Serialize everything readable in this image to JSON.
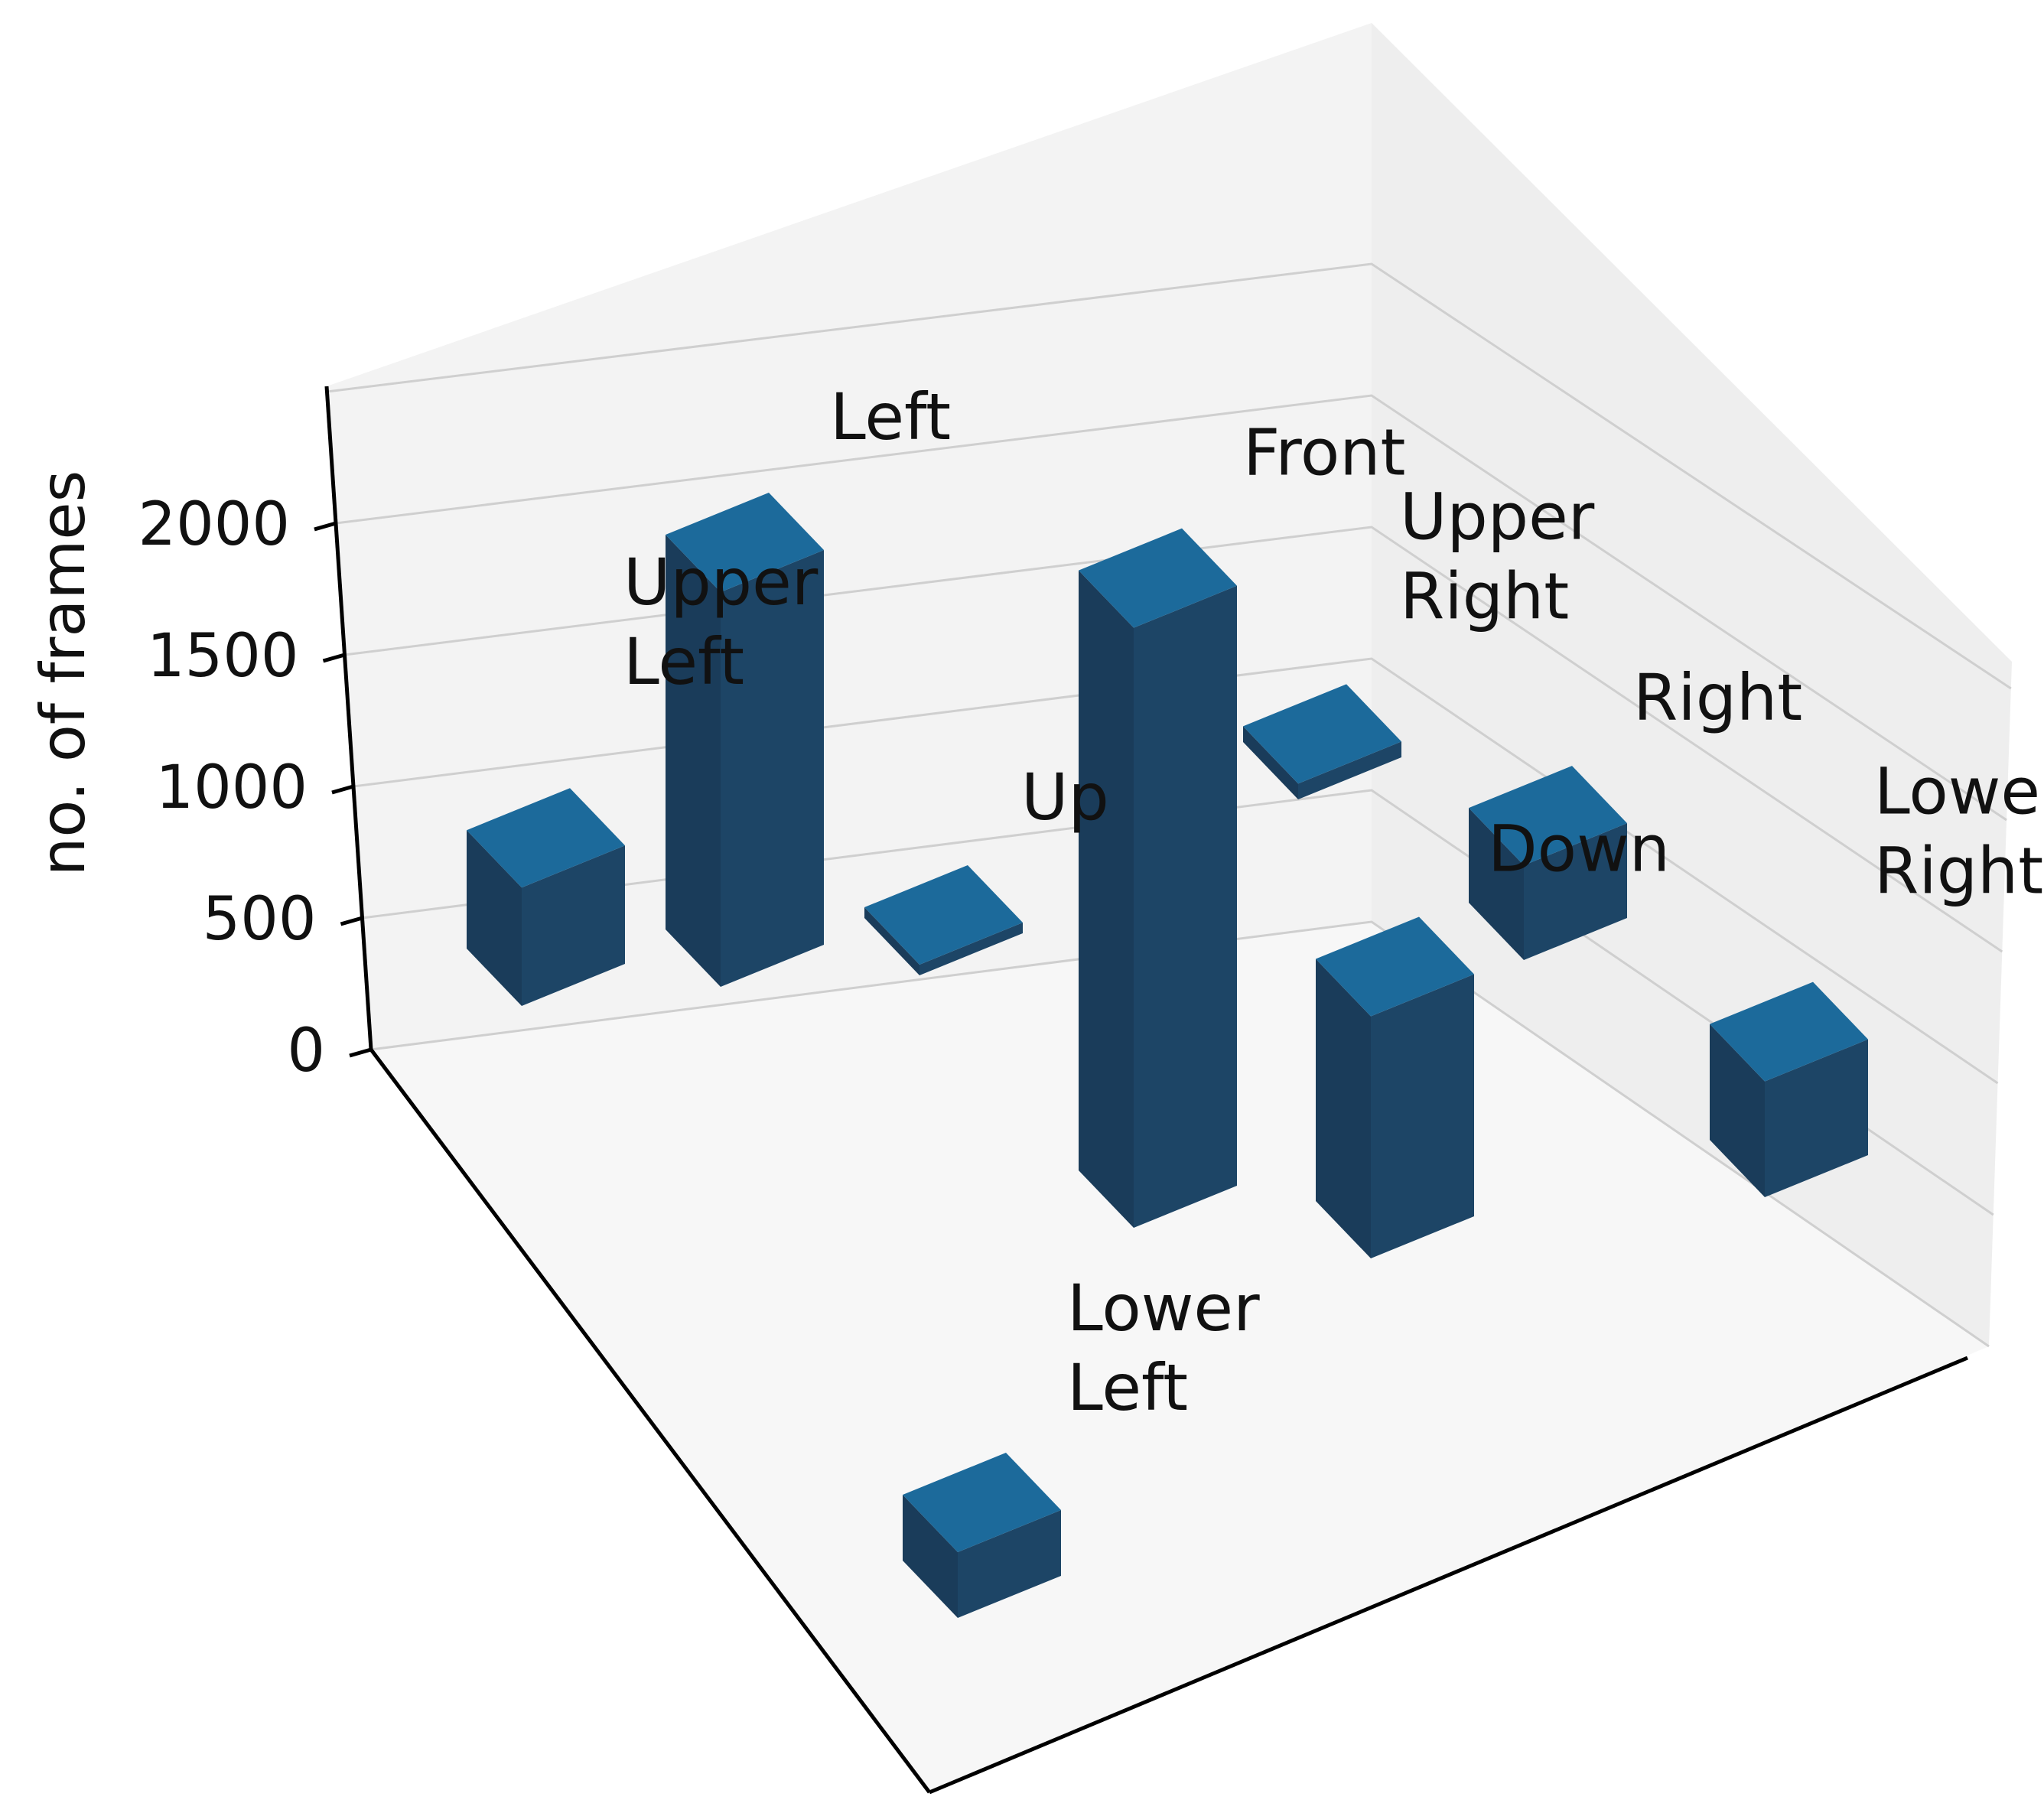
{
  "chart_data": {
    "type": "bar3d",
    "zlabel": "no. of frames",
    "zticks": [
      0,
      500,
      1000,
      1500,
      2000
    ],
    "zlim": [
      0,
      2500
    ],
    "grid": true,
    "colors": {
      "top": "#1c6a9b",
      "side_light": "#1d4566",
      "side_dark": "#1a3c5a",
      "pane_floor": "#f7f7f7",
      "pane_wall": "#f1f1f1"
    },
    "bars": [
      {
        "label": "Upper Left",
        "row": 0,
        "col": 0,
        "value": 450
      },
      {
        "label": "Left",
        "row": 1,
        "col": 0,
        "value": 1500
      },
      {
        "label": "Up",
        "row": 0,
        "col": 1,
        "value": 20
      },
      {
        "label": "Front",
        "row": 1,
        "col": 1,
        "value": 2280
      },
      {
        "label": "Lower Left",
        "row": 2,
        "col": 0,
        "value": 250
      },
      {
        "label": "Upper Right",
        "row": 0,
        "col": 2,
        "value": 60
      },
      {
        "label": "Down",
        "row": 2,
        "col": 1,
        "value": 920
      },
      {
        "label": "Right",
        "row": 1,
        "col": 2,
        "value": 360
      },
      {
        "label": "Lower Right",
        "row": 2,
        "col": 2,
        "value": 440
      }
    ]
  }
}
